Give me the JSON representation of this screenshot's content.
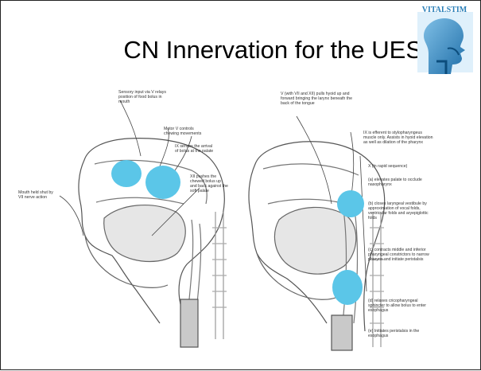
{
  "slide": {
    "title": "CN Innervation for the UES",
    "logo_text": "VITALSTIM"
  },
  "left_figure": {
    "labels": [
      "Sensory input via V relays position of food bolus in mouth",
      "Motor V controls chewing movements",
      "IX senses the arrival of bolus at the palate",
      "XII pushes the chewed bolus up and back against the soft palate",
      "Mouth held shut by VII nerve action"
    ]
  },
  "right_figure": {
    "labels": [
      "V (with VII and XII) pulls hyoid up and forward bringing the larynx beneath the back of the tongue",
      "IX is efferent to stylopharyngeus muscle only. Assists in hyoid elevation as well as dilation of the pharynx",
      "X (in rapid sequence)",
      "(a) elevates palate to occlude nasopharynx",
      "(b) closes laryngeal vestibule by approximation of vocal folds, ventricular folds and aryepiglottic folds",
      "(c) contracts middle and inferior pharyngeal constrictors to narrow pharynx and initiate peristalsis",
      "(d) relaxes cricopharyngeal sphincter to allow bolus to enter esophagus",
      "(e) Initiates peristalsis in the esophagus"
    ]
  },
  "colors": {
    "highlight": "#5bc6e8",
    "logo_blue": "#3b8fc7"
  }
}
